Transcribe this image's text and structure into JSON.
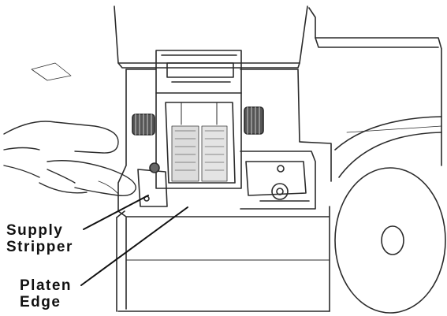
{
  "callouts": {
    "supply_stripper": [
      "Supply",
      "Stripper"
    ],
    "platen_edge": [
      "Platen",
      "Edge"
    ]
  },
  "colors": {
    "ink": "#1a1a1a",
    "background": "#ffffff",
    "line_art": "#2b2b2b"
  }
}
